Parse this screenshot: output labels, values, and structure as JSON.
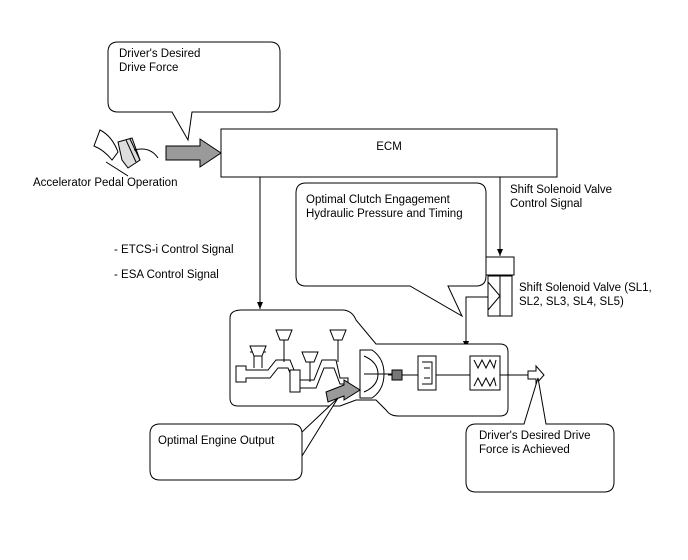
{
  "labels": {
    "drivers_desired_drive_force": "Driver's Desired\nDrive Force",
    "accelerator_pedal_operation": "Accelerator Pedal Operation",
    "ecm": "ECM",
    "shift_solenoid_valve_control_signal": "Shift Solenoid Valve\nControl Signal",
    "optimal_clutch_engagement": "Optimal Clutch Engagement\nHydraulic Pressure and Timing",
    "etcs_control_signal": "- ETCS-i Control Signal",
    "esa_control_signal": "- ESA Control Signal",
    "shift_solenoid_valve": "Shift Solenoid Valve (SL1,\nSL2, SL3, SL4, SL5)",
    "optimal_engine_output": "Optimal Engine Output",
    "drive_force_achieved": "Driver's Desired Drive\nForce is Achieved"
  }
}
